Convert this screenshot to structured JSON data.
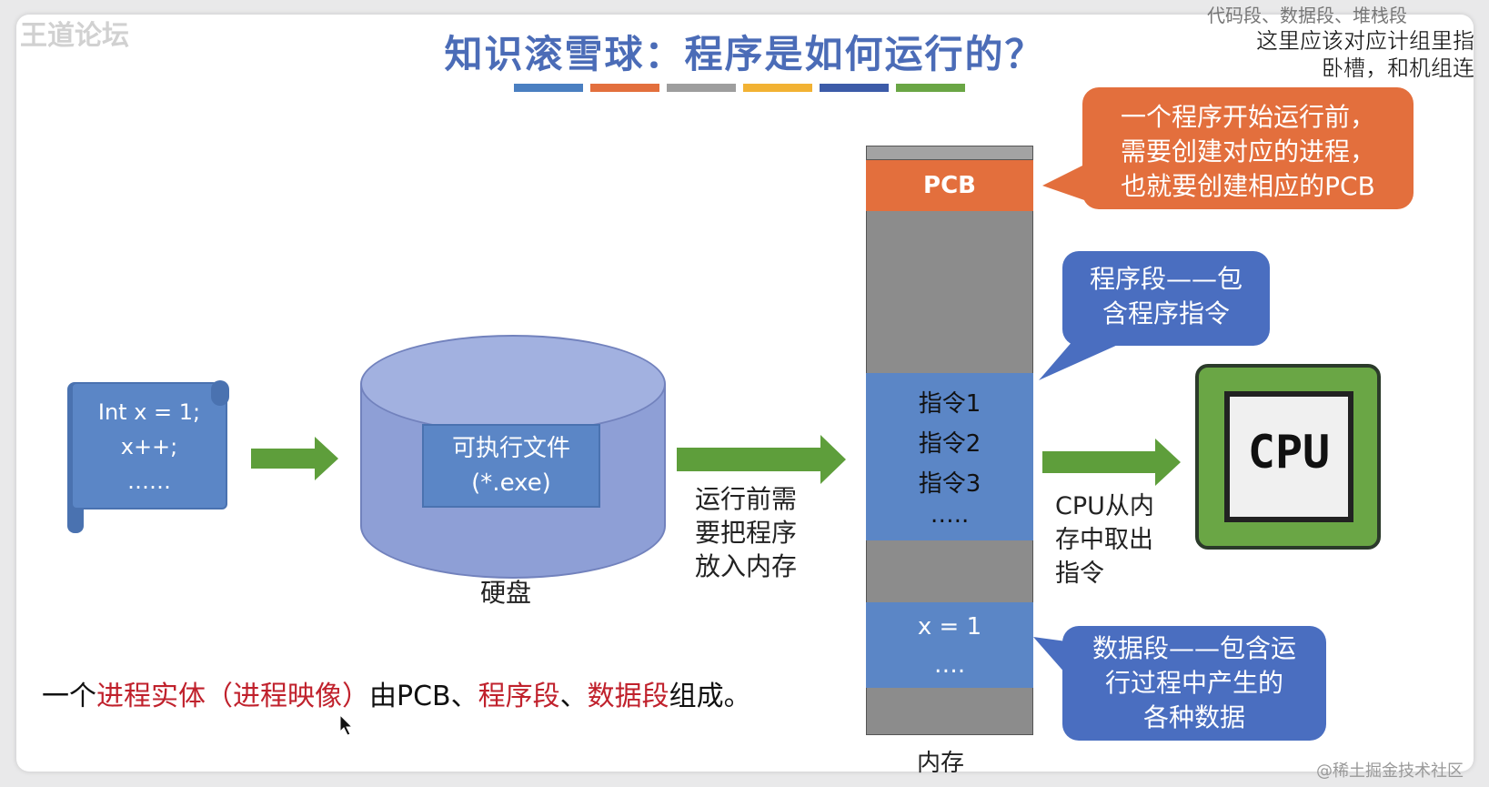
{
  "title": "知识滚雪球：程序是如何运行的？",
  "header_bar_colors": [
    "#4a7fc1",
    "#e36f3d",
    "#9e9e9e",
    "#f2b233",
    "#3c5ba8",
    "#6aa645"
  ],
  "ghost_logo": "王道论坛",
  "overlay_top": "代码段、数据段、堆栈段",
  "subtitle": {
    "line1": "这里应该对应计组里指",
    "line2": "卧槽，和机组连"
  },
  "scroll_code": [
    "Int x = 1;",
    "x++;",
    "……"
  ],
  "disk": {
    "file_line1": "可执行文件",
    "file_line2": "(*.exe)",
    "label": "硬盘"
  },
  "load_caption": [
    "运行前需",
    "要把程序",
    "放入内存"
  ],
  "memory": {
    "pcb": "PCB",
    "instructions": [
      "指令1",
      "指令2",
      "指令3",
      "….."
    ],
    "data": [
      "x = 1",
      "…."
    ],
    "label": "内存"
  },
  "fetch_caption": [
    "CPU从内",
    "存中取出",
    "指令"
  ],
  "cpu_label": "CPU",
  "callouts": {
    "pcb": [
      "一个程序开始运行前，",
      "需要创建对应的进程，",
      "也就要创建相应的PCB"
    ],
    "program_segment": [
      "程序段——包",
      "含程序指令"
    ],
    "data_segment": [
      "数据段——包含运",
      "行过程中产生的",
      "各种数据"
    ]
  },
  "bottom_sentence": {
    "p1": "一个",
    "h1": "进程实体（进程映像）",
    "p2": "由PCB、",
    "h2": "程序段",
    "p3": "、",
    "h3": "数据段",
    "p4": "组成。"
  },
  "watermark": "@稀土掘金技术社区"
}
